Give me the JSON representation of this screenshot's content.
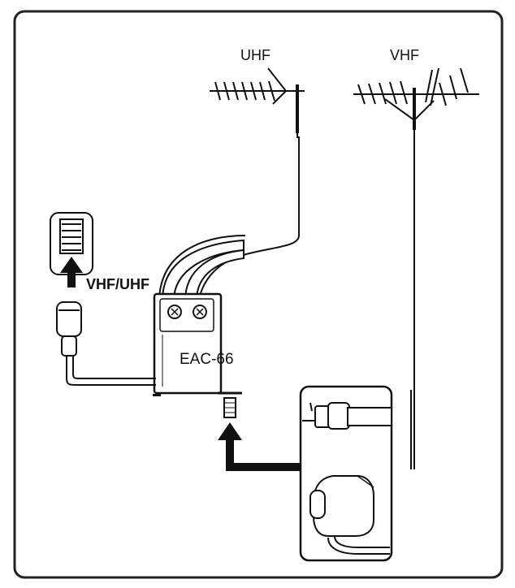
{
  "labels": {
    "uhf": "UHF",
    "vhf": "VHF",
    "vhf_uhf": "VHF/UHF",
    "device": "EAC-66"
  },
  "colors": {
    "ink": "#111111",
    "frame": "#222222",
    "paper": "#ffffff"
  },
  "icons": [
    "uhf-antenna-icon",
    "vhf-antenna-icon",
    "tv-input-connector-icon",
    "f-plug-icon",
    "coax-adapter-inset-icon"
  ]
}
